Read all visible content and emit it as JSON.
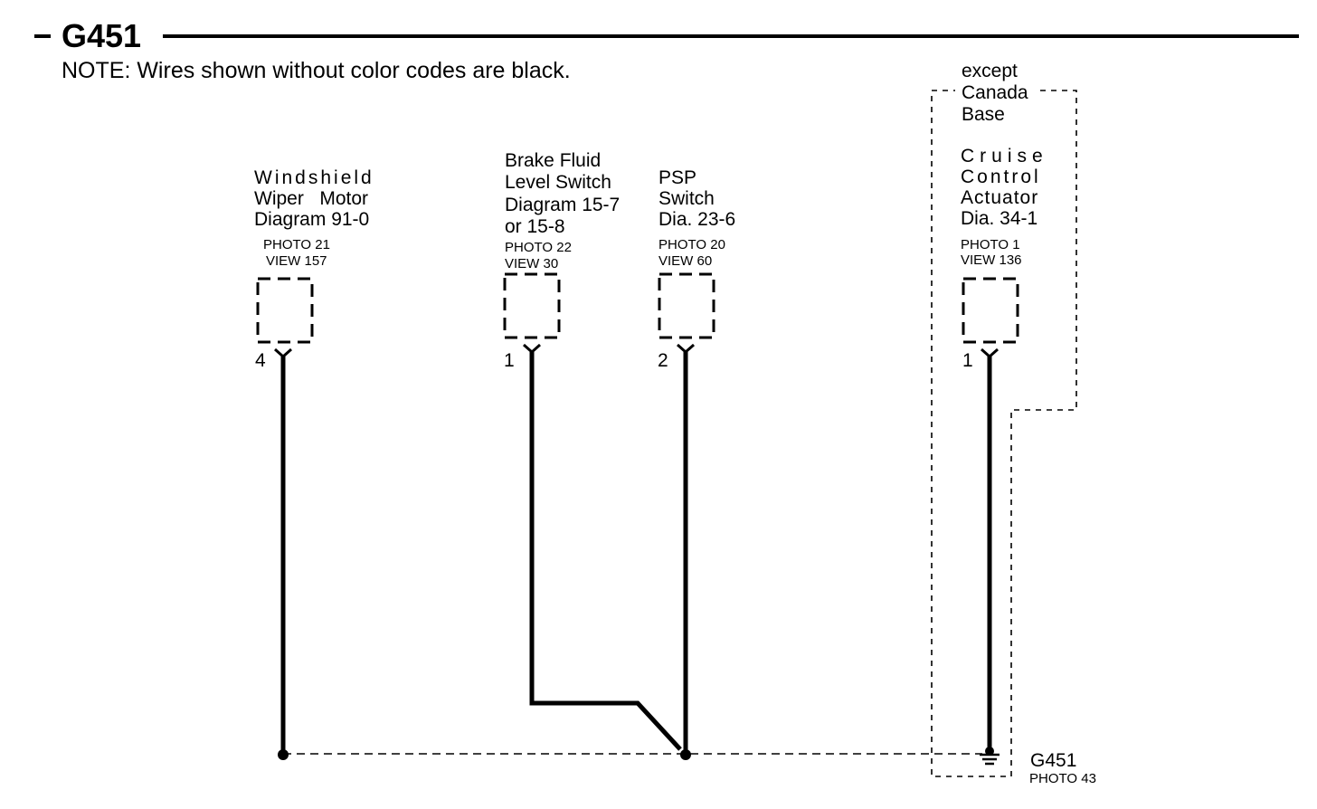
{
  "title": "G451",
  "title_dash": "-",
  "note": "NOTE: Wires shown without color codes are black.",
  "option_box": {
    "label_lines": [
      "except",
      "Canada",
      "Base"
    ]
  },
  "components": [
    {
      "id": "wiper",
      "name_lines": [
        "Windshield",
        "Wiper   Motor",
        "Diagram 91-0"
      ],
      "photo": "PHOTO 21",
      "view": "VIEW 157",
      "pin": "4"
    },
    {
      "id": "brake",
      "name_lines": [
        "Brake Fluid",
        "Level Switch",
        "Diagram 15-7",
        "or 15-8"
      ],
      "photo": "PHOTO 22",
      "view": "VIEW 30",
      "pin": "1"
    },
    {
      "id": "psp",
      "name_lines": [
        "PSP",
        "Switch",
        "Dia. 23-6"
      ],
      "photo": "PHOTO 20",
      "view": "VIEW 60",
      "pin": "2"
    },
    {
      "id": "cruise",
      "name_lines": [
        "Cruise",
        "Control",
        "Actuator",
        "Dia. 34-1"
      ],
      "photo": "PHOTO 1",
      "view": "VIEW 136",
      "pin": "1"
    }
  ],
  "ground": {
    "label": "G451",
    "photo": "PHOTO 43"
  },
  "colors": {
    "ink": "#000000",
    "background": "#ffffff"
  }
}
